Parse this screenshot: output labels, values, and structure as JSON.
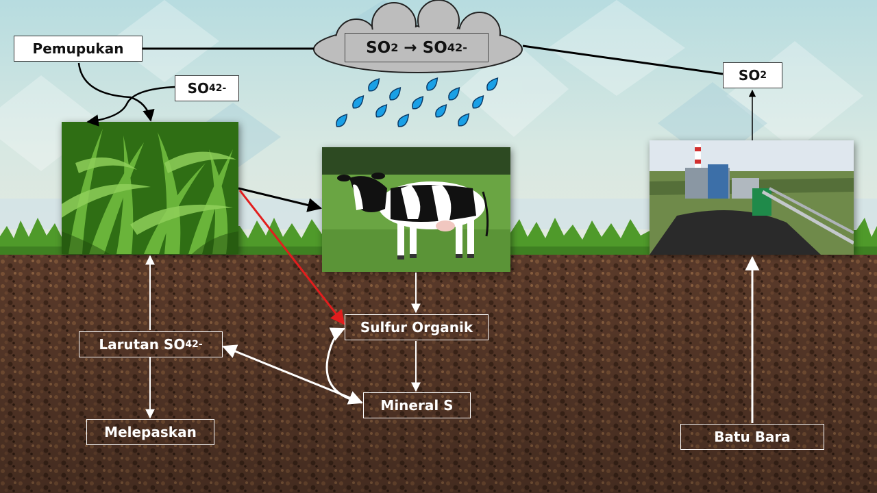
{
  "labels": {
    "pemupukan": "Pemupukan",
    "so4_top": {
      "base": "SO",
      "sub": "4",
      "sup": "2-"
    },
    "cloud": {
      "left": "SO",
      "left_sub": "2",
      "arrow": "→",
      "right": "SO",
      "right_sub": "4",
      "right_sup": "2-"
    },
    "so2": {
      "base": "SO",
      "sub": "2"
    },
    "sulfur_organik": "Sulfur Organik",
    "larutan": {
      "base": "Larutan SO",
      "sub": "4",
      "sup": "2-"
    },
    "mineral_s": "Mineral S",
    "melepaskan": "Melepaskan",
    "batu_bara": "Batu Bara"
  },
  "colors": {
    "red_arrow": "#e21d1d",
    "black_arrow": "#000000",
    "white_arrow": "#ffffff",
    "soil": "#5a3a2a",
    "grass": "#4f9a2a",
    "cloud": "#bdbdbd",
    "raindrop": "#1aa0e6"
  },
  "icons": {
    "cloud": "rain-cloud-icon",
    "raindrops": "raindrop-icon",
    "grass_photo": "grass-photo",
    "cow_photo": "cow-photo",
    "power_plant_photo": "power-plant-photo"
  }
}
